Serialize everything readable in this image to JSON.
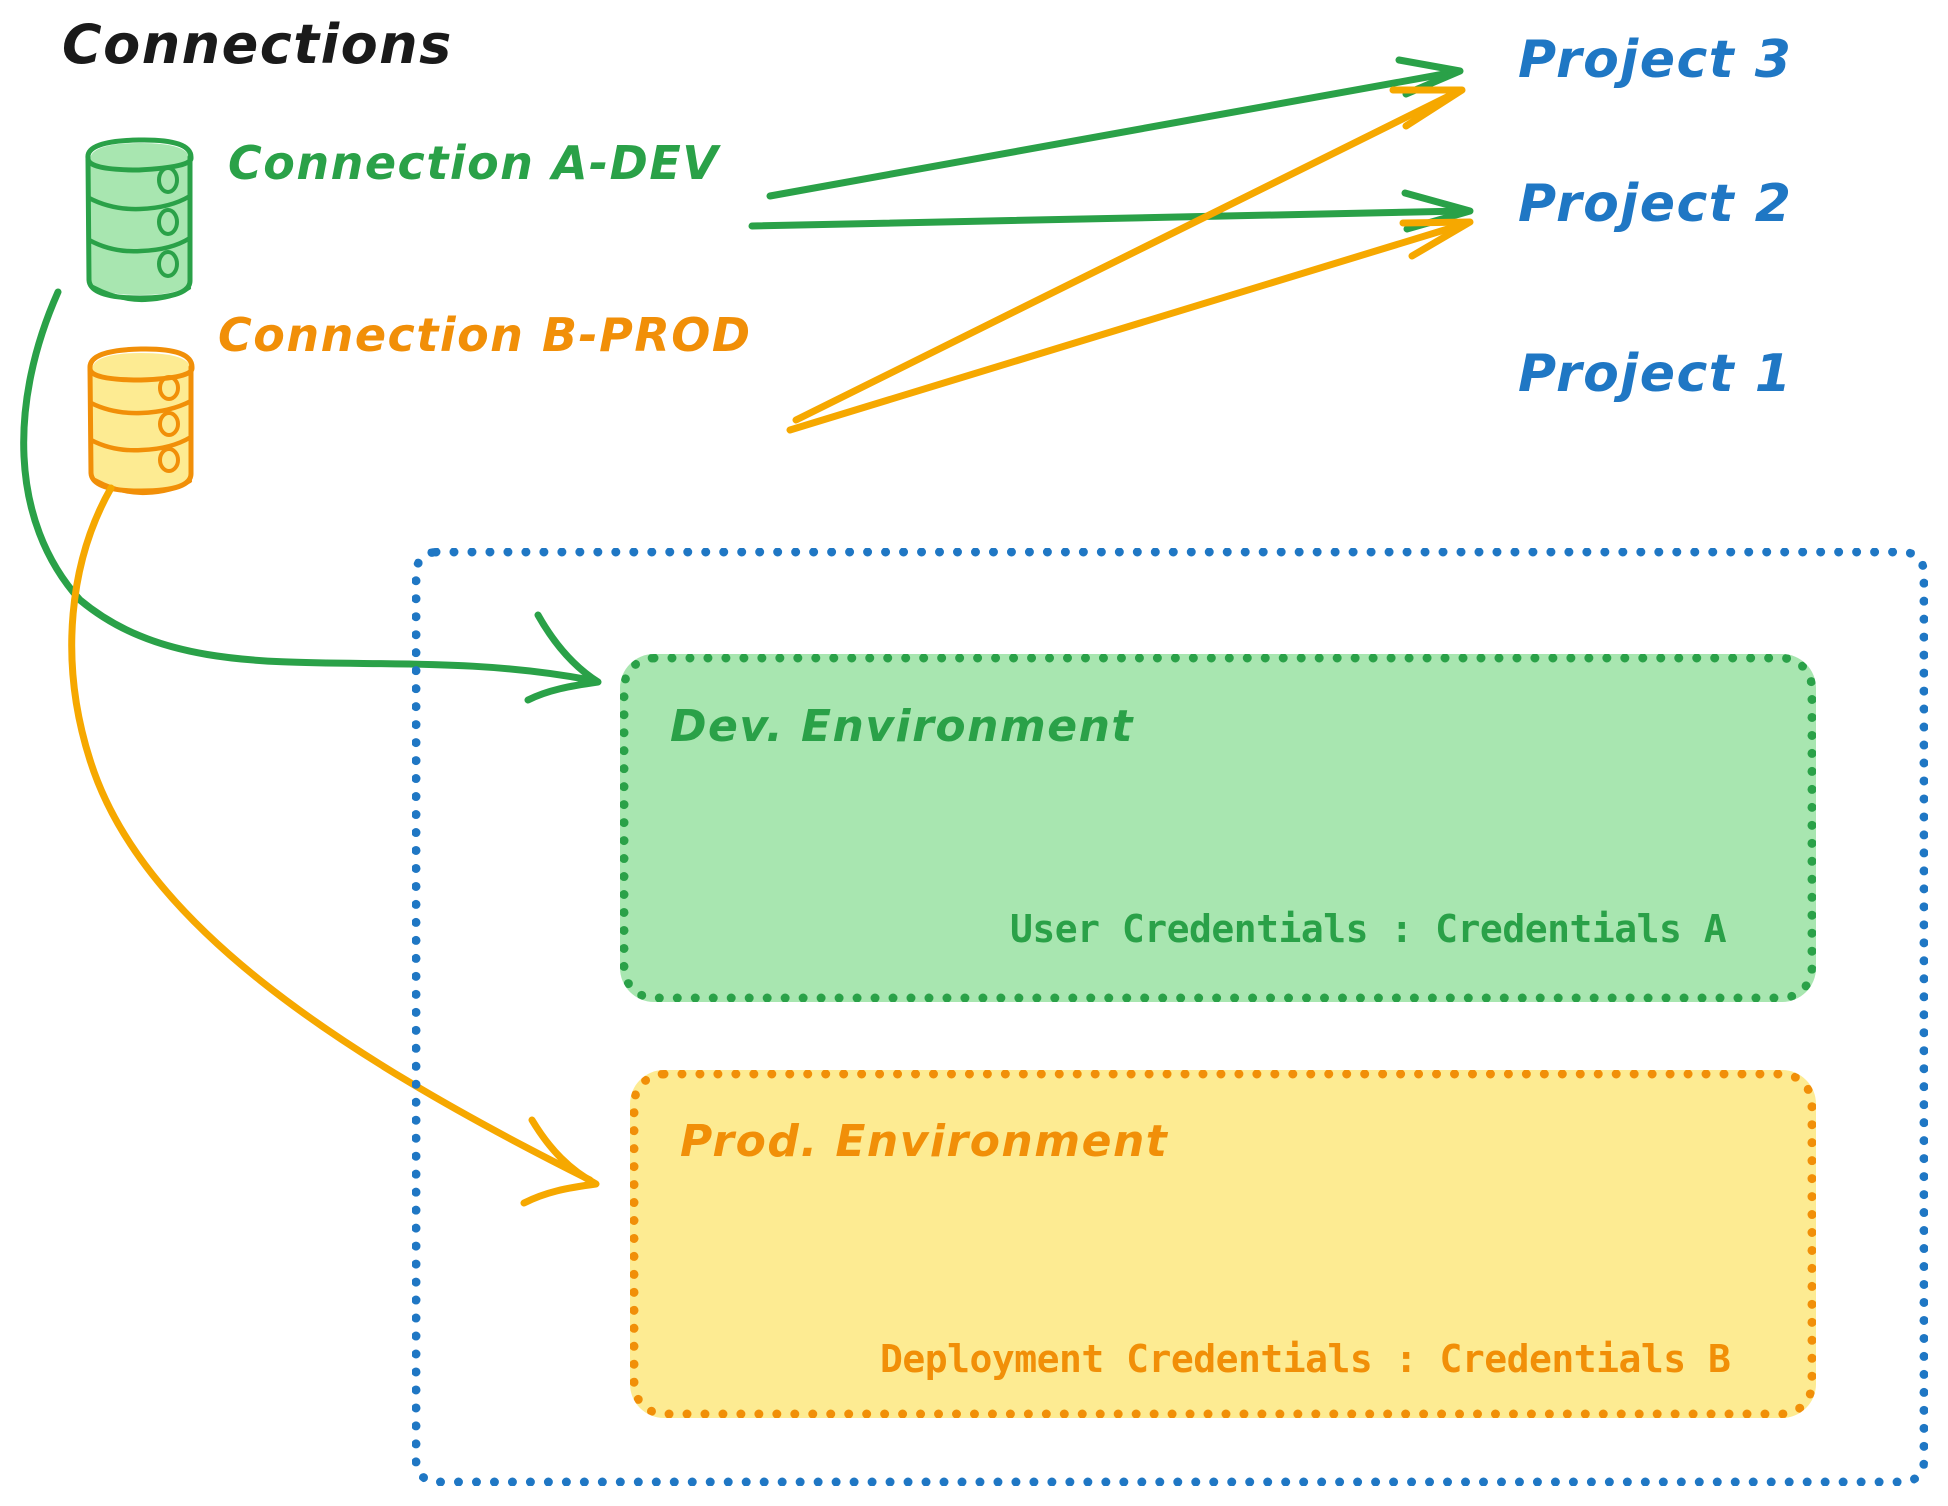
{
  "diagram": {
    "title": "Connections",
    "title_color": "#1a1a1a",
    "background": "#ffffff"
  },
  "palette": {
    "green_stroke": "#2aa148",
    "green_fill": "#a8e6b0",
    "orange_stroke": "#f18f08",
    "orange_fill": "#fdeb92",
    "blue_stroke": "#1f77c4"
  },
  "connections": [
    {
      "id": "connection-a-dev",
      "label": "Connection A-DEV",
      "color": "#2aa148",
      "icon": "database-cylinder-icon",
      "targets": [
        "Project 3",
        "Project 2",
        "Dev. Environment"
      ]
    },
    {
      "id": "connection-b-prod",
      "label": "Connection B-PROD",
      "color": "#f18f08",
      "icon": "database-cylinder-icon",
      "targets": [
        "Project 3",
        "Project 2",
        "Prod. Environment"
      ]
    }
  ],
  "projects": [
    {
      "id": "project-3",
      "label": "Project 3",
      "color": "#1f77c4"
    },
    {
      "id": "project-2",
      "label": "Project 2",
      "color": "#1f77c4"
    },
    {
      "id": "project-1",
      "label": "Project 1",
      "color": "#1f77c4"
    }
  ],
  "environments": [
    {
      "id": "dev-environment",
      "title": "Dev. Environment",
      "credential_key": "User Credentials",
      "credential_separator": ":",
      "credential_value": "Credentials A",
      "credential_line": "User Credentials : Credentials A",
      "fill": "#a8e6b0",
      "stroke": "#2aa148"
    },
    {
      "id": "prod-environment",
      "title": "Prod. Environment",
      "credential_key": "Deployment Credentials",
      "credential_separator": ":",
      "credential_value": "Credentials B",
      "credential_line": "Deployment Credentials : Credentials B",
      "fill": "#fdeb92",
      "stroke": "#f18f08"
    }
  ]
}
